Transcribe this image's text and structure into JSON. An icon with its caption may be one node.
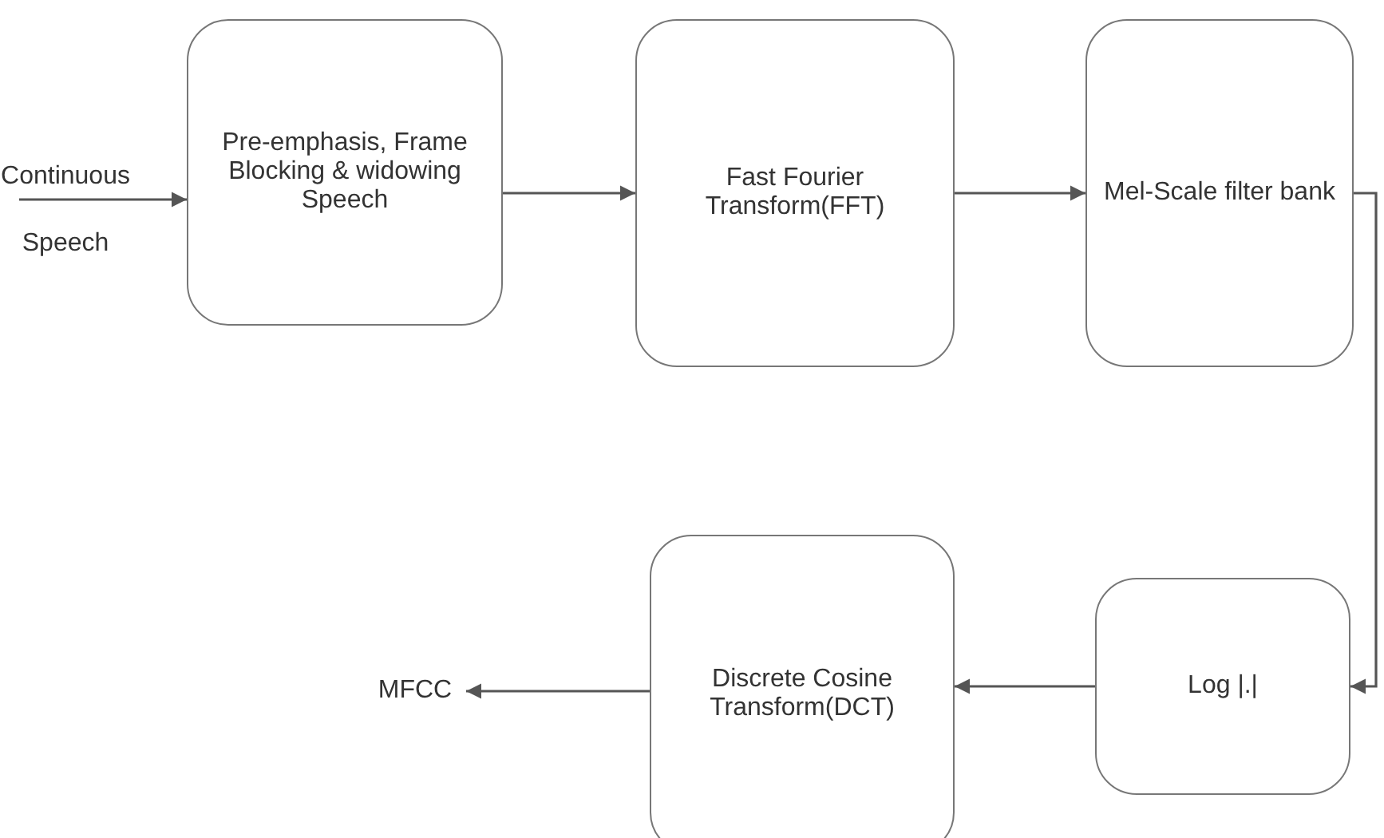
{
  "diagram": {
    "nodes": [
      {
        "text": [
          "Continuous Speech"
        ]
      },
      {
        "text": [
          "Pre-emphasis, Frame Blocking & widowing Speech"
        ]
      },
      {
        "text": [
          "Fast Fourier Transform(FFT)"
        ]
      },
      {
        "text": [
          "Mel-Scale filter bank"
        ]
      },
      {
        "text": [
          "Log |.|"
        ]
      },
      {
        "text": [
          "Discrete Cosine Transform(DCT)"
        ]
      },
      {
        "text": [
          "MFCC"
        ]
      }
    ],
    "edges": [
      {
        "from": 0,
        "to": 1,
        "arrow": "to"
      },
      {
        "from": 1,
        "to": 2,
        "arrow": "to"
      },
      {
        "from": 2,
        "to": 3,
        "arrow": "to"
      },
      {
        "from": 3,
        "to": 4,
        "arrow": "to"
      },
      {
        "from": 4,
        "to": 5,
        "arrow": "to"
      },
      {
        "from": 5,
        "to": 6,
        "arrow": "to"
      }
    ]
  }
}
